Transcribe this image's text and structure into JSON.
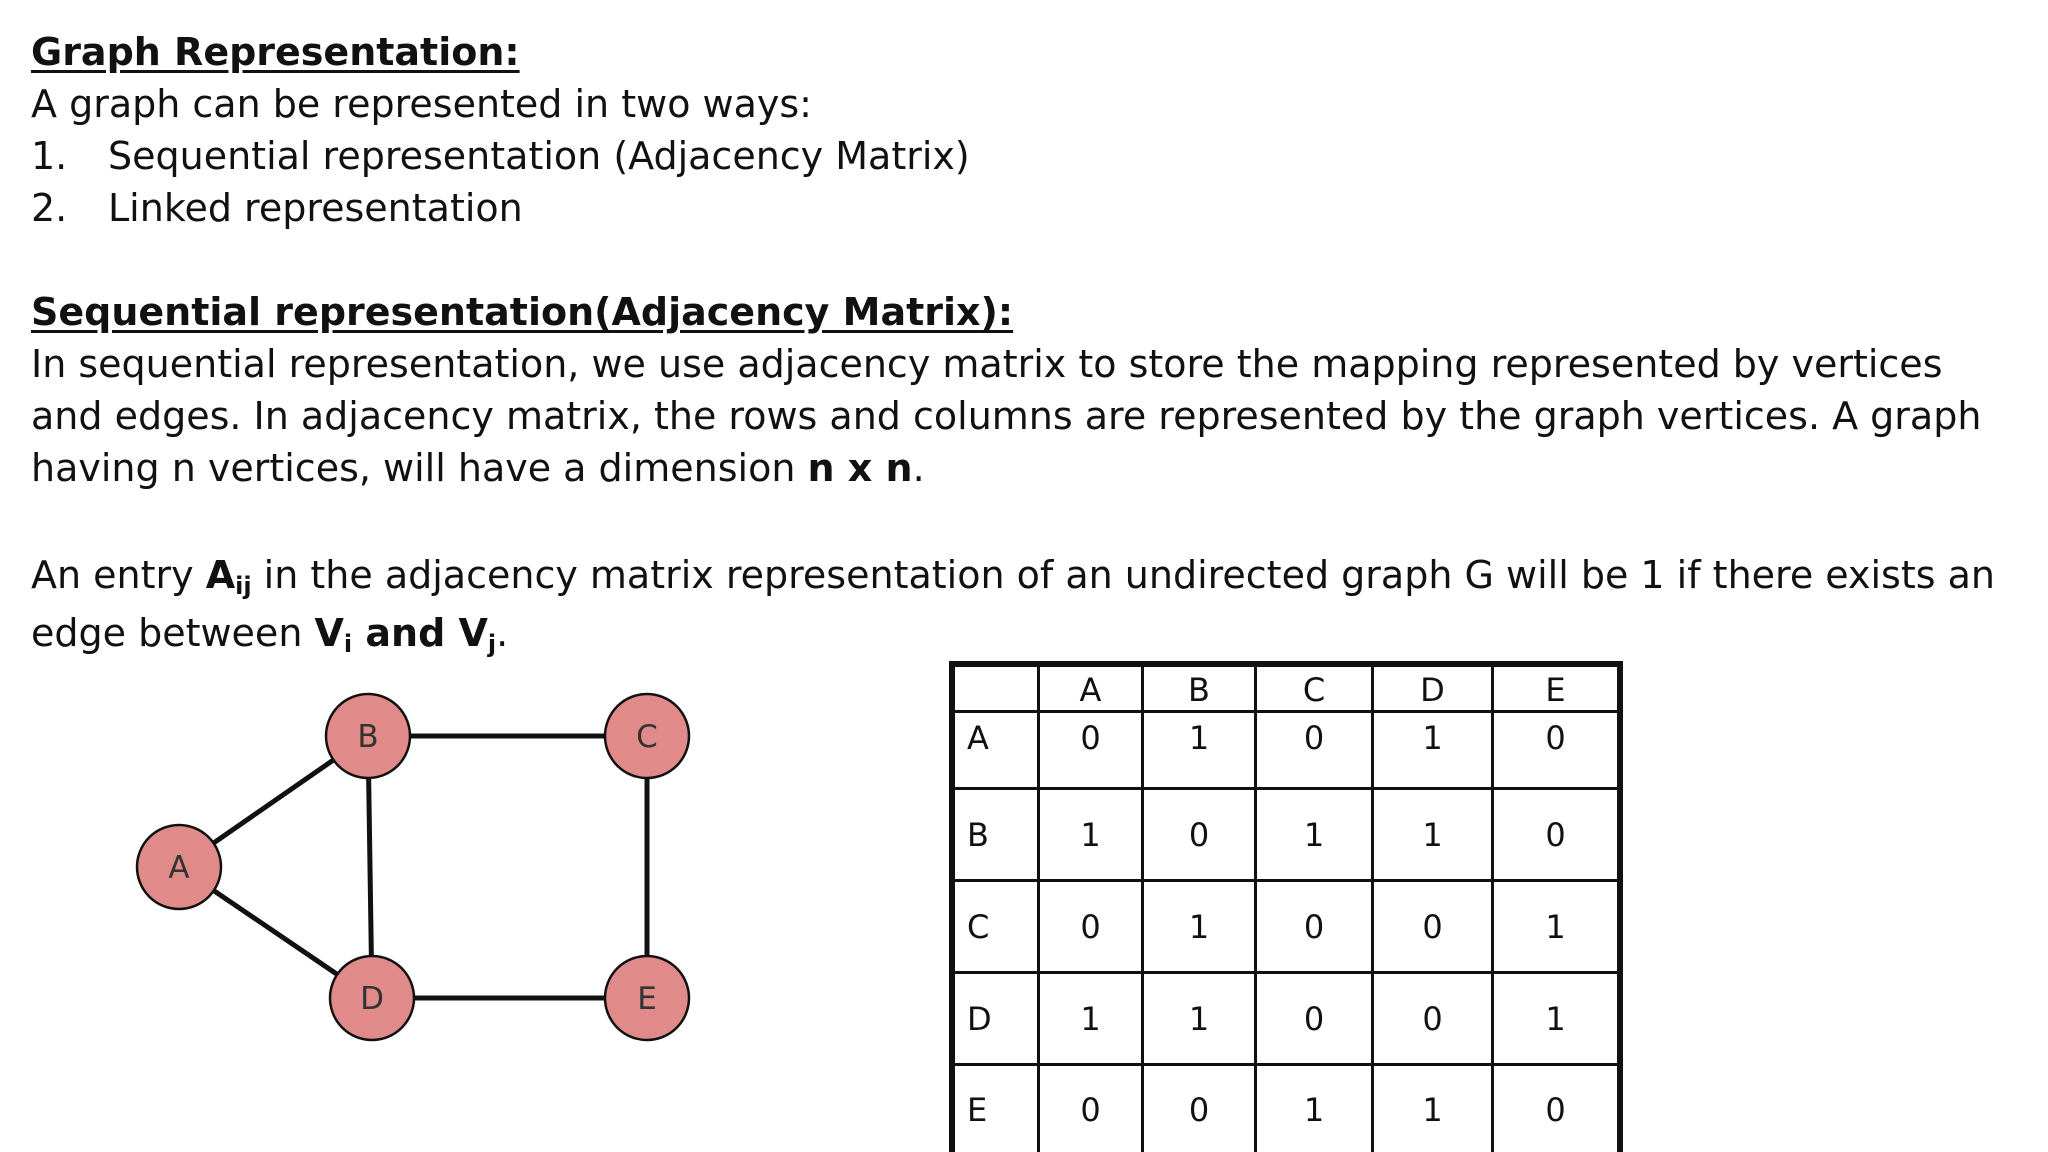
{
  "heading1": "Graph Representation:",
  "intro": "A graph can be represented in two ways:",
  "list": [
    {
      "num": "1.",
      "text": "Sequential representation (Adjacency Matrix)"
    },
    {
      "num": "2.",
      "text": "Linked representation"
    }
  ],
  "heading2": "Sequential representation(Adjacency Matrix):",
  "para1_a": "In sequential representation, we use adjacency matrix to store the mapping represented by vertices and edges. In adjacency matrix, the rows and columns are represented by the graph vertices. A graph having n vertices, will have a dimension ",
  "para1_bold": "n x n",
  "para1_end": ".",
  "para2": {
    "t1": "An entry ",
    "A": "A",
    "ij": "ij",
    "t2": " in the adjacency matrix representation of an undirected graph G will be 1 if there exists an edge between ",
    "V1": "V",
    "i": "i",
    "and": " and ",
    "V2": "V",
    "j": "j",
    "end": "."
  },
  "graph": {
    "node_color": "#e08a8a",
    "nodes": [
      "A",
      "B",
      "C",
      "D",
      "E"
    ],
    "edges": [
      [
        "A",
        "B"
      ],
      [
        "A",
        "D"
      ],
      [
        "B",
        "C"
      ],
      [
        "B",
        "D"
      ],
      [
        "C",
        "E"
      ],
      [
        "D",
        "E"
      ]
    ]
  },
  "matrix": {
    "columns": [
      "A",
      "B",
      "C",
      "D",
      "E"
    ],
    "rows": [
      {
        "label": "A",
        "values": [
          "0",
          "1",
          "0",
          "1",
          "0"
        ]
      },
      {
        "label": "B",
        "values": [
          "1",
          "0",
          "1",
          "1",
          "0"
        ]
      },
      {
        "label": "C",
        "values": [
          "0",
          "1",
          "0",
          "0",
          "1"
        ]
      },
      {
        "label": "D",
        "values": [
          "1",
          "1",
          "0",
          "0",
          "1"
        ]
      },
      {
        "label": "E",
        "values": [
          "0",
          "0",
          "1",
          "1",
          "0"
        ]
      }
    ]
  }
}
